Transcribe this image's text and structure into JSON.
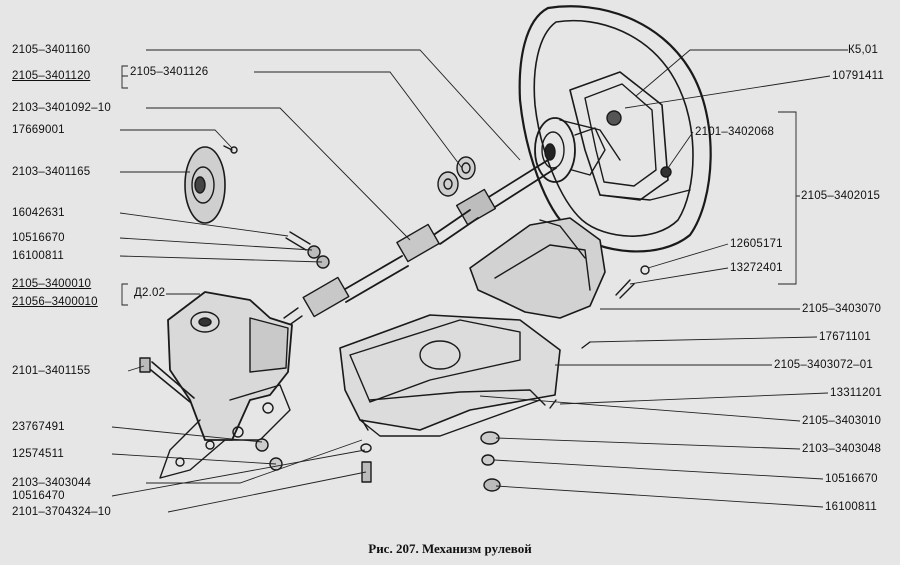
{
  "caption": "Рис. 207. Механизм рулевой",
  "labels": {
    "l1": "2105–3401160",
    "l2": "2105–3401120",
    "l2b": "2105–3401126",
    "l3": "2103–3401092–10",
    "l4": "17669001",
    "l5": "2103–3401165",
    "l6": "16042631",
    "l7": "10516670",
    "l8": "16100811",
    "l9": "2105–3400010",
    "l10": "21056–3400010",
    "l10b": "Д2.02",
    "l11": "2101–3401155",
    "l12": "23767491",
    "l13": "12574511",
    "l14": "2103–3403044",
    "l15": "10516470",
    "l16": "2101–3704324–10",
    "r1": "К5,01",
    "r2": "10791411",
    "r3": "2101–3402068",
    "r4": "2105–3402015",
    "r5": "12605171",
    "r6": "13272401",
    "r7": "2105–3403070",
    "r8": "17671101",
    "r9": "2105–3403072–01",
    "r10": "13311201",
    "r11": "2105–3403010",
    "r12": "2103–3403048",
    "r13": "10516670",
    "r14": "16100811"
  }
}
